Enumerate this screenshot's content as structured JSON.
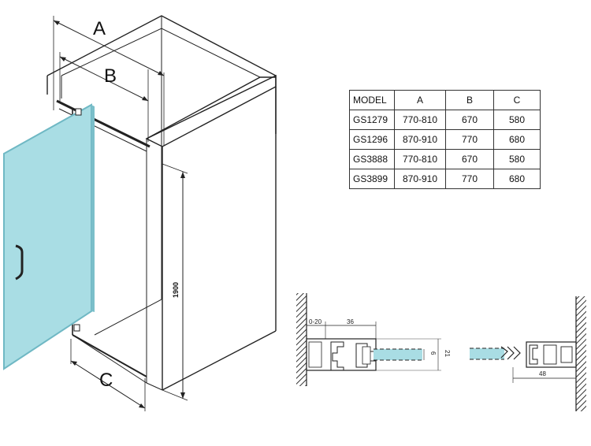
{
  "labels": {
    "dim_a": "A",
    "dim_b": "B",
    "dim_c": "C",
    "height": "1900",
    "adjust": "0-20",
    "profile_depth": "36",
    "glass_thickness": "6",
    "profile_width": "21",
    "closing_profile": "48"
  },
  "table": {
    "headers": [
      "MODEL",
      "A",
      "B",
      "C"
    ],
    "rows": [
      [
        "GS1279",
        "770-810",
        "670",
        "580"
      ],
      [
        "GS1296",
        "870-910",
        "770",
        "680"
      ],
      [
        "GS3888",
        "770-810",
        "670",
        "580"
      ],
      [
        "GS3899",
        "870-910",
        "770",
        "680"
      ]
    ]
  },
  "colors": {
    "glass": "#a9dde4",
    "glass_edge": "#6fb8c4",
    "wall_hatch": "#333333",
    "line": "#222222"
  }
}
